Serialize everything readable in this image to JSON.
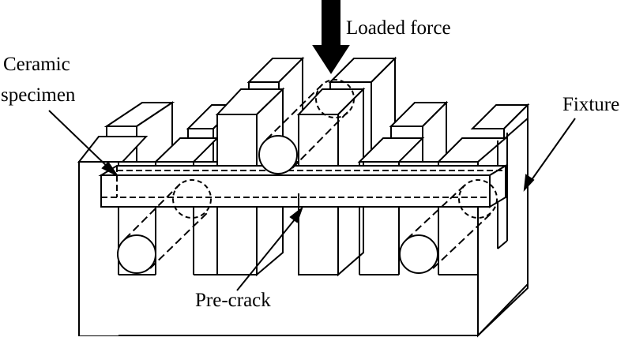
{
  "labels": {
    "loaded_force": "Loaded force",
    "ceramic_line1": "Ceramic",
    "ceramic_line2": "specimen",
    "fixture": "Fixture",
    "pre_crack": "Pre-crack"
  },
  "colors": {
    "ink": "#000000",
    "paper": "#ffffff"
  }
}
